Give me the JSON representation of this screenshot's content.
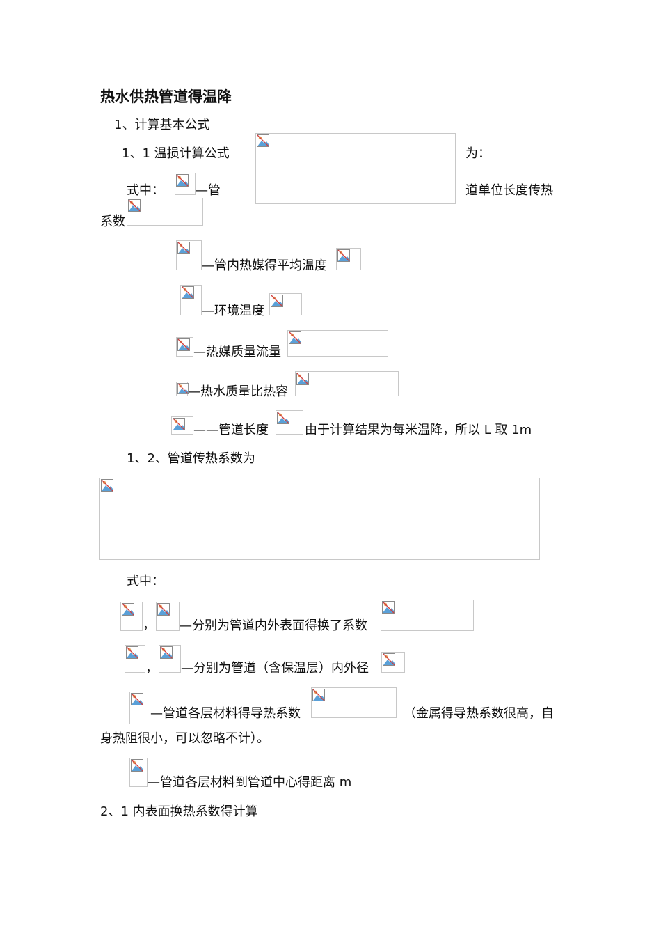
{
  "doc": {
    "title": "热水供热管道得温降",
    "s1": "1、计算基本公式",
    "s1_1": "1、1 温损计算公式",
    "wei": "为：",
    "shizhong_a": "式中：",
    "guan_dash": "—管",
    "dao_danwei": "道单位长度传热",
    "xishu": "系数",
    "pingjun": "—管内热媒得平均温度",
    "huanjing": "—环境温度",
    "liuliang": "—热媒质量流量",
    "bire": "—热水质量比热容",
    "changdu": "——管道长度",
    "youyu": "由于计算结果为每米温降，所以 L 取 1m",
    "s1_2": "1、2、管道传热系数为",
    "shizhong_b": "式中：",
    "comma1": "，",
    "huanre": "—分别为管道内外表面得换了系数",
    "comma2": "，",
    "neiwaijing": "—分别为管道（含保温层）内外径",
    "daore": "—管道各层材料得导热系数",
    "jinshu": "（金属得导热系数很高，自",
    "shenre": "身热阻很小，可以忽略不计）。",
    "juli": "—管道各层材料到管道中心得距离 m",
    "s2_1": "2、1 内表面换热系数得计算"
  },
  "icons": {
    "placeholder": "broken-image-icon"
  }
}
